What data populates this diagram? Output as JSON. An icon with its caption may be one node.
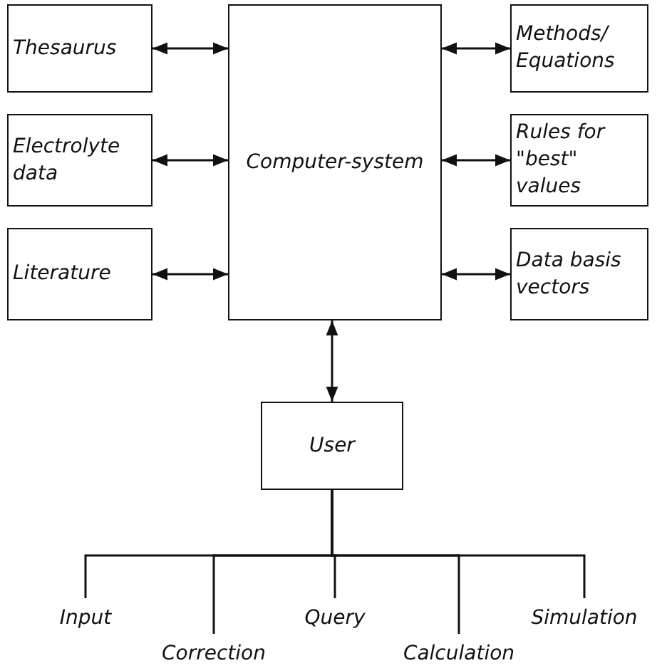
{
  "diagram": {
    "nodes": [
      {
        "text": [
          "Thesaurus"
        ]
      },
      {
        "text": [
          "Electrolyte data"
        ]
      },
      {
        "text": [
          "Literature"
        ]
      },
      {
        "text": [
          "Computer-system"
        ]
      },
      {
        "text": [
          "Methods/ Equations"
        ]
      },
      {
        "text": [
          "Rules for \"best\" values"
        ]
      },
      {
        "text": [
          "Data basis vectors"
        ]
      },
      {
        "text": [
          "User"
        ]
      },
      {
        "text": [
          "Input"
        ]
      },
      {
        "text": [
          "Correction"
        ]
      },
      {
        "text": [
          "Query"
        ]
      },
      {
        "text": [
          "Calculation"
        ]
      },
      {
        "text": [
          "Simulation"
        ]
      }
    ],
    "edges": [
      {
        "from": 0,
        "to": 3,
        "arrow": "both"
      },
      {
        "from": 1,
        "to": 3,
        "arrow": "both"
      },
      {
        "from": 2,
        "to": 3,
        "arrow": "both"
      },
      {
        "from": 3,
        "to": 4,
        "arrow": "both"
      },
      {
        "from": 3,
        "to": 5,
        "arrow": "both"
      },
      {
        "from": 3,
        "to": 6,
        "arrow": "both"
      },
      {
        "from": 3,
        "to": 7,
        "arrow": "both"
      },
      {
        "from": 7,
        "to": 8,
        "arrow": "none"
      },
      {
        "from": 7,
        "to": 9,
        "arrow": "none"
      },
      {
        "from": 7,
        "to": 10,
        "arrow": "none"
      },
      {
        "from": 7,
        "to": 11,
        "arrow": "none"
      },
      {
        "from": 7,
        "to": 12,
        "arrow": "none"
      }
    ]
  }
}
